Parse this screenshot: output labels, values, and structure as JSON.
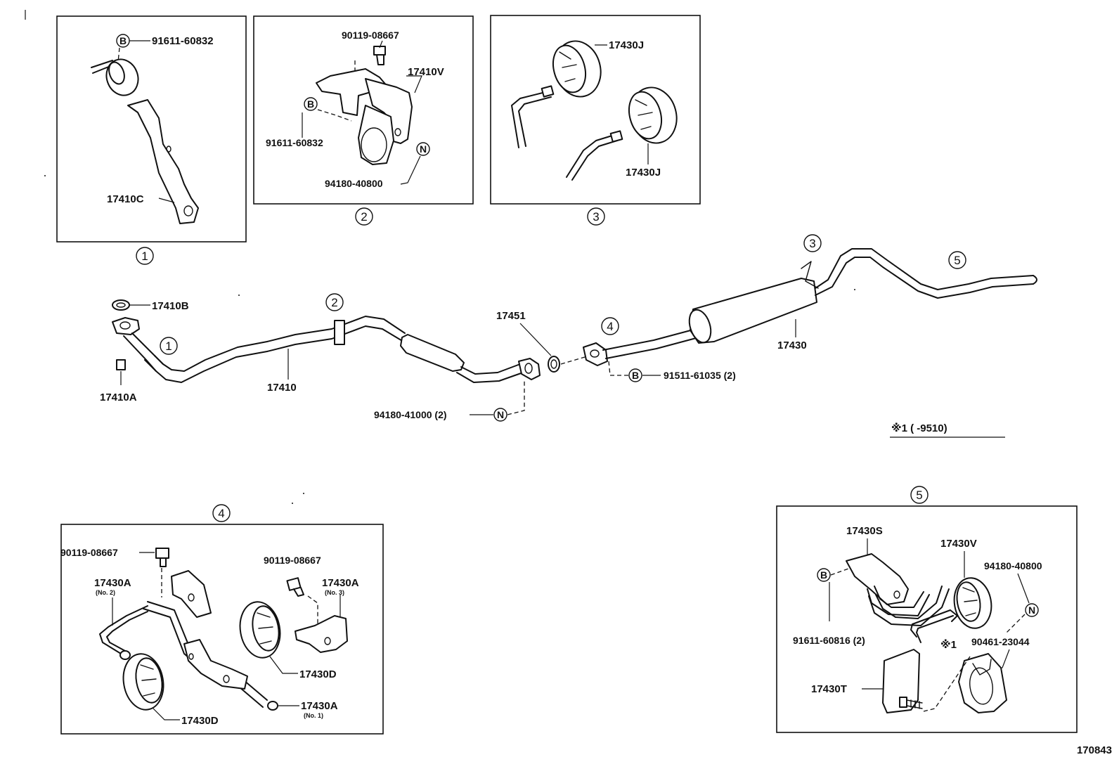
{
  "detail_labels": [
    "1",
    "2",
    "3",
    "4",
    "5"
  ],
  "symbols": {
    "bolt_b": "B",
    "nut_n": "N",
    "note_mark": "※1"
  },
  "detail1": {
    "part_top": "91611-60832",
    "part_bracket": "17410C"
  },
  "detail2": {
    "bolt": "90119-08667",
    "hanger": "17410V",
    "bolt_b": "91611-60832",
    "nut": "94180-40800"
  },
  "detail3": {
    "support_upper": "17430J",
    "support_lower": "17430J"
  },
  "main": {
    "gasket_top": "17410B",
    "nut_left": "17410A",
    "front_pipe": "17410",
    "gasket_mid": "17451",
    "nut_mid": "94180-41000 (2)",
    "bolt_mid": "91511-61035 (2)",
    "tail_pipe": "17430",
    "note": "※1 (      -9510)"
  },
  "detail4": {
    "bolt_left": "90119-08667",
    "bolt_right": "90119-08667",
    "bracket_no2": "17430A",
    "bracket_no2_sub": "(No. 2)",
    "bracket_no3": "17430A",
    "bracket_no3_sub": "(No. 3)",
    "support_right": "17430D",
    "support_left": "17430D",
    "bracket_no1": "17430A",
    "bracket_no1_sub": "(No. 1)"
  },
  "detail5": {
    "bracket_s": "17430S",
    "support_v": "17430V",
    "nut": "94180-40800",
    "bolt_b": "91611-60816 (2)",
    "clamp": "90461-23044",
    "bracket_t": "17430T"
  },
  "figure_id": "170843"
}
